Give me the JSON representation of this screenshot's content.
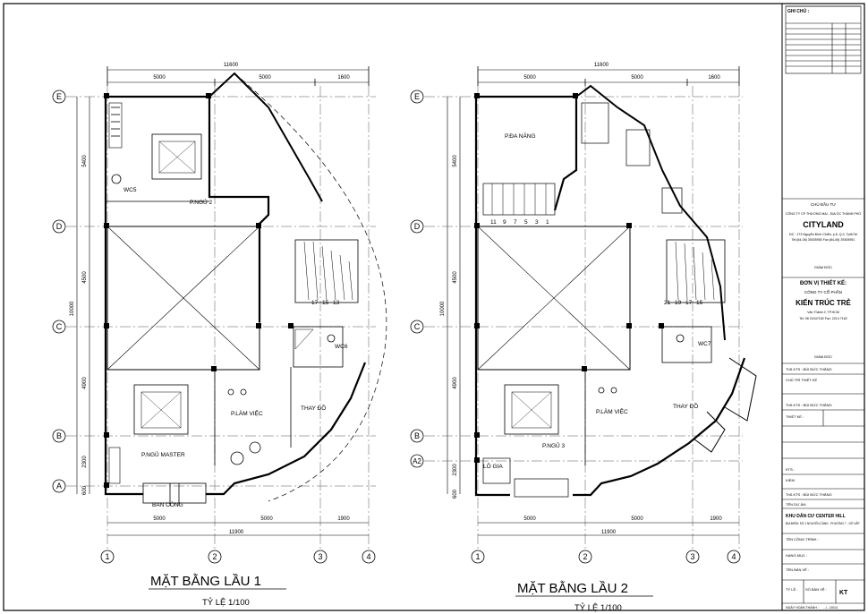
{
  "plan1": {
    "title": "MẶT BẰNG  LẦU 1",
    "scale": "TỶ LỆ 1/100",
    "dim_overall": "11600",
    "dim_top": [
      "5000",
      "5000",
      "1600"
    ],
    "dim_bottom": [
      "5000",
      "5000",
      "1900"
    ],
    "dim_bottom_overall": "11900",
    "dim_left": [
      "5400",
      "4500",
      "10000",
      "4900",
      "2300",
      "600"
    ],
    "rooms": {
      "bed2": "P.NGỦ 2",
      "wc5": "WC5",
      "master": "P.NGỦ MASTER",
      "work": "P.LÀM VIỆC",
      "change": "THAY ĐỒ",
      "wc6": "WC6",
      "balcony": "BAN CÔNG"
    },
    "stair_numbers": [
      "17",
      "15",
      "13"
    ]
  },
  "plan2": {
    "title": "MẶT BẰNG  LẦU 2",
    "scale": "TỶ LỆ 1/100",
    "dim_overall": "11600",
    "dim_top": [
      "5000",
      "5000",
      "1600"
    ],
    "dim_bottom": [
      "5000",
      "5000",
      "1900"
    ],
    "dim_bottom_overall": "11900",
    "dim_left": [
      "5400",
      "4500",
      "10000",
      "4900",
      "2300",
      "600"
    ],
    "rooms": {
      "multi": "P.ĐA NĂNG",
      "bed3": "P.NGỦ 3",
      "work": "P.LÀM VIỆC",
      "change": "THAY ĐỒ",
      "wc7": "WC7",
      "laundry": "LÔ GIA"
    },
    "stair_row": [
      "11",
      "9",
      "7",
      "5",
      "3",
      "1"
    ],
    "stair_numbers": [
      "21",
      "19",
      "17",
      "15"
    ]
  },
  "axes": {
    "rows": [
      "E",
      "D",
      "C",
      "B",
      "A"
    ],
    "row2": [
      "E",
      "D",
      "C",
      "B",
      "A2"
    ],
    "cols": [
      "1",
      "2",
      "3",
      "4"
    ]
  },
  "title_block": {
    "notes_header": "GHI CHÚ :",
    "owner_label": "CHỦ ĐẦU TƯ",
    "owner_company": "CÔNG TY CP THƯƠNG MẠI - ĐỊA ỐC THÀNH PHỐ",
    "owner_brand": "CITYLAND",
    "owner_addr": "ĐC : 173 Nguyễn Đình Chiểu, p.6, Q.3, TpHCM",
    "owner_tel": "Tel:(84-08) 39305950  Fax:(84-08) 39305951",
    "owner_director": "GIÁM ĐỐC",
    "designer_label": "ĐƠN VỊ THIẾT KẾ:",
    "designer_company": "CÔNG TY CỔ PHẦN",
    "designer_brand": "KIẾN TRÚC TRẺ",
    "designer_addr": "Văn Thánh 2, TP.HCM",
    "designer_tel": "Tel: 08 22447162   Fax: 2214 7162",
    "designer_director": "GIÁM ĐỐC",
    "architect_1": "ThS.KTS : BÙI ĐỨC THẮNG",
    "lead_label": "CHỦ TRÌ THIẾT KẾ",
    "architect_2": "ThS.KTS : BÙI ĐỨC THẮNG",
    "design_label": "THIẾT KẾ :",
    "kts_label": "KTS :",
    "check_label": "KIỂM",
    "architect_3": "ThS.KTS : BÙI ĐỨC THẮNG",
    "project_label": "TÊN DỰ ÁN:",
    "project_name": "KHU DÂN CƯ CENTER HILL",
    "project_addr": "ĐỊA ĐIỂM: SỐ 1 NGUYỄN CẢNH - PHƯỜNG 7 - GÒ VẤP",
    "work_label": "TÊN CÔNG TRÌNH :",
    "item_label": "HẠNG MỤC :",
    "drawing_label": "TÊN BẢN VẼ :",
    "scale_label": "TỶ LỆ :",
    "sheet_no_label": "SỐ BẢN VẼ :",
    "sheet_code": "KT",
    "date_label": "NGÀY HOÀN THÀNH :",
    "date_value": ".../.../2014"
  }
}
